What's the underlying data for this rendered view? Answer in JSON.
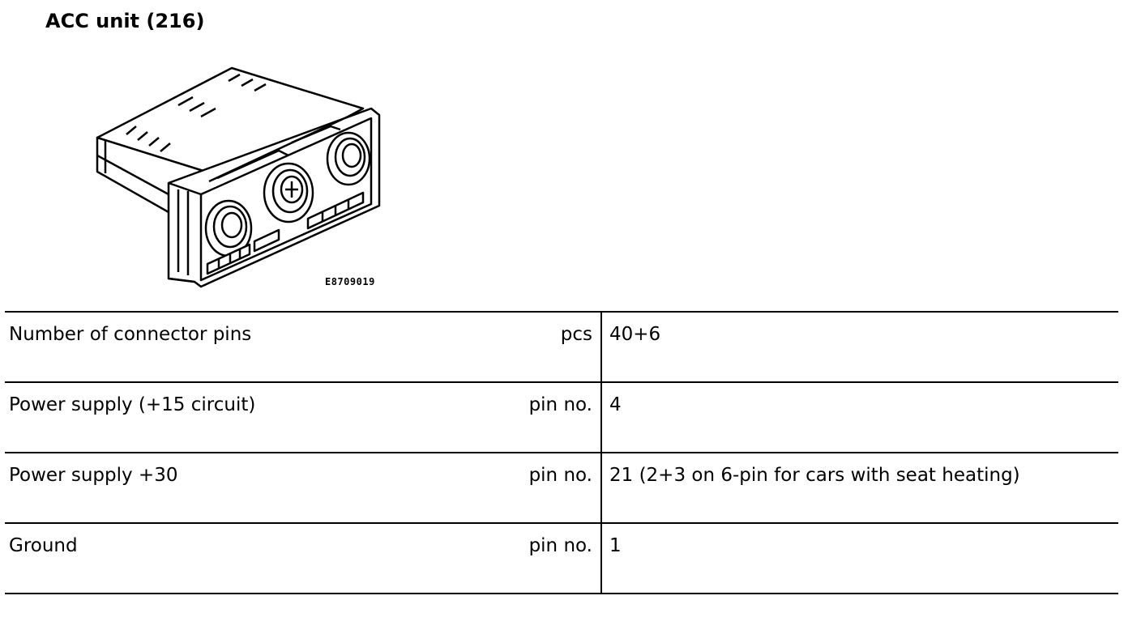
{
  "document": {
    "title": "ACC unit (216)",
    "figure_code": "E8709019"
  },
  "spec_table": {
    "rows": [
      {
        "label": "Number of connector pins",
        "unit": "pcs",
        "value": "40+6"
      },
      {
        "label": "Power supply (+15 circuit)",
        "unit": "pin no.",
        "value": "4"
      },
      {
        "label": "Power supply +30",
        "unit": "pin no.",
        "value": "21 (2+3 on 6-pin for cars with seat heating)"
      },
      {
        "label": "Ground",
        "unit": "pin no.",
        "value": "1"
      }
    ]
  }
}
